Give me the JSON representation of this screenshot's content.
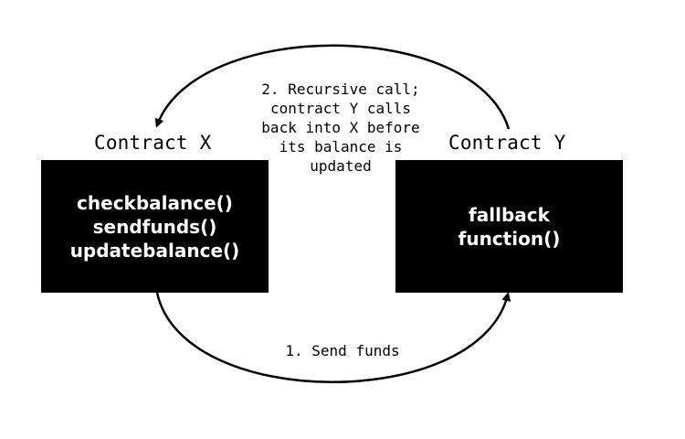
{
  "contract_x": {
    "title": "Contract X",
    "functions": [
      "checkbalance()",
      "sendfunds()",
      "updatebalance()"
    ]
  },
  "contract_y": {
    "title": "Contract Y",
    "functions": [
      "fallback",
      "function()"
    ]
  },
  "arrows": {
    "recursive_call": [
      "2. Recursive call;",
      "contract Y calls",
      "back into X before",
      "its balance is",
      "updated"
    ],
    "send_funds": "1. Send funds"
  },
  "colors": {
    "box_fill": "#000000",
    "box_text": "#ffffff",
    "line": "#000000",
    "background": "#ffffff"
  }
}
